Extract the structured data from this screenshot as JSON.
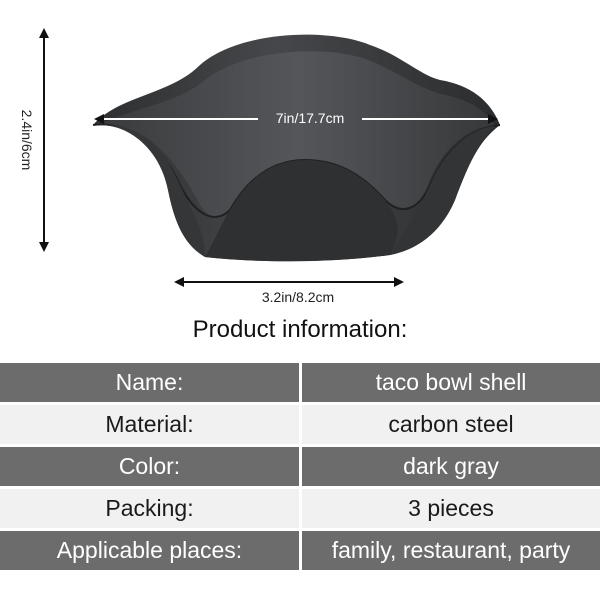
{
  "dimensions": {
    "height": "2.4in/6cm",
    "width": "7in/17.7cm",
    "base": "3.2in/8.2cm"
  },
  "info": {
    "title": "Product information:",
    "rows": [
      {
        "label": "Name:",
        "value": "taco bowl shell"
      },
      {
        "label": "Material:",
        "value": "carbon steel"
      },
      {
        "label": "Color:",
        "value": "dark gray"
      },
      {
        "label": "Packing:",
        "value": "3 pieces"
      },
      {
        "label": "Applicable places:",
        "value": "family, restaurant, party"
      }
    ]
  },
  "colors": {
    "product": "#3b3c3e",
    "row_dark": "#6c6c6c",
    "row_light": "#f1f1f1"
  }
}
